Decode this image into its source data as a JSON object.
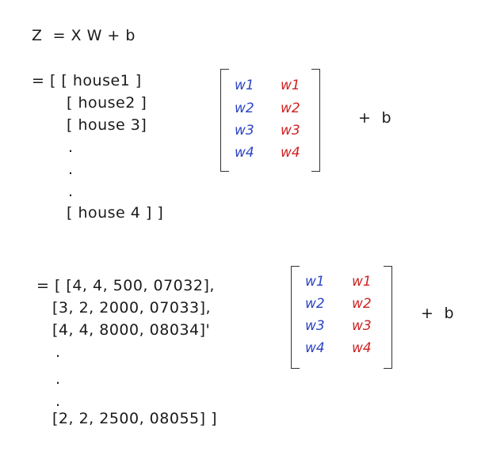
{
  "equation": "Z  = X W + b",
  "block1": {
    "rows": [
      "= [ [ house1 ]",
      "[ house2 ]",
      "[ house 3]",
      ".",
      ".",
      ".",
      "[ house 4 ] ]"
    ],
    "weights_col1": [
      "w1",
      "w2",
      "w3",
      "w4"
    ],
    "weights_col2": [
      "w1",
      "w2",
      "w3",
      "w4"
    ],
    "plus_b": "+  b"
  },
  "block2": {
    "rows": [
      "= [ [4, 4, 500, 07032],",
      "[3, 2, 2000, 07033],",
      "[4, 4, 8000, 08034]'",
      ".",
      ".",
      ".",
      "[2, 2, 2500, 08055] ]"
    ],
    "weights_col1": [
      "w1",
      "w2",
      "w3",
      "w4"
    ],
    "weights_col2": [
      "w1",
      "w2",
      "w3",
      "w4"
    ],
    "plus_b": "+  b"
  },
  "colors": {
    "blue": "#2d45c4",
    "red": "#cf2323",
    "ink": "#1a1a1a"
  }
}
